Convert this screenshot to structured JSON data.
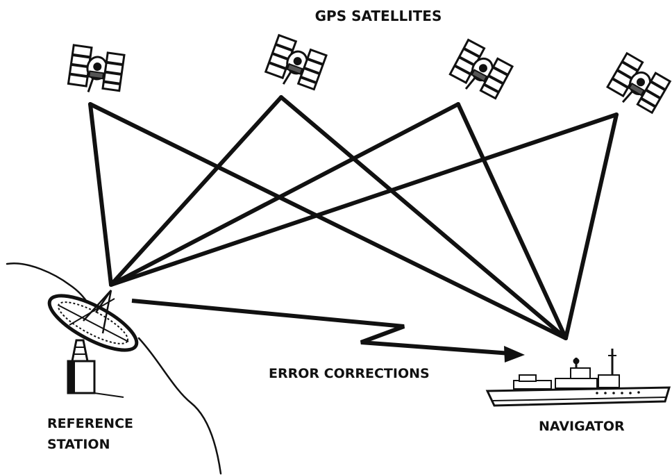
{
  "labels": {
    "satellites": "GPS SATELLITES",
    "error_corrections": "ERROR CORRECTIONS",
    "reference_line1": "REFERENCE",
    "reference_line2": "STATION",
    "navigator": "NAVIGATOR"
  },
  "icons": {
    "satellite": "satellite-icon",
    "dish": "satellite-dish-icon",
    "ship": "ship-icon",
    "arrow": "zigzag-arrow-icon"
  },
  "colors": {
    "ink": "#111111",
    "paper": "#ffffff"
  }
}
